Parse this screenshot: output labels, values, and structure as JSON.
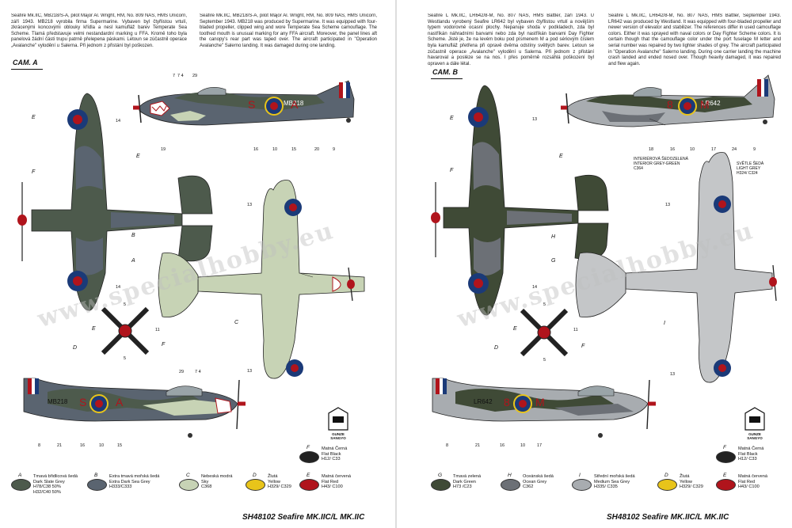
{
  "left": {
    "paragraph_cz": "Seafire Mk.IIC, MB218/S-A, pilot Major Al. Wright, RM, No. 809 NAS, HMS Unicorn, září 1943. MB218 vyrobila firma Supermarine. Vybaven byl čtyřlistou vrtulí, zkrácenými koncovými oblouky křídla a nesl kamufláž barev Temperate Sea Scheme. Tlamá představuje velmi nestandardní marking u FFA. Kromě toho byla panelová žádní části trupu patrně přelepena páskami. Letoun se zúčastnil operace „Avalanche\" vylodění u Salerna. Při jednom z přistání byl poškozen.",
    "paragraph_en": "Seafire Mk.IIC, MB218/S-A, pilot Major Al. Wright, RM, No. 809 NAS, HMS Unicorn, September 1943. MB218 was produced by Supermarine. It was equipped with four-bladed propeller, clipped wing and wore Temperate Sea Scheme camouflage. The toothed mouth is unusual marking for any FFA aircraft. Moreover, the panel lines aft the canopy's rear part was taped over. The aircraft participated in \"Operation Avalanche\" Salerno landing. It was damaged during one landing.",
    "cam_label": "CAM. A",
    "top_side_numbers": [
      "7",
      "7 4",
      "29"
    ],
    "side_bottom_numbers": [
      "19",
      "16",
      "10",
      "15",
      "20",
      "9"
    ],
    "plan_letters": [
      "E",
      "E",
      "F",
      "B",
      "A",
      "C"
    ],
    "plan_numbers": [
      "14",
      "13",
      "14",
      "13"
    ],
    "prop_letters": [
      "E",
      "D",
      "F"
    ],
    "prop_numbers": [
      "5",
      "11",
      "5"
    ],
    "bottom_side_top_numbers": [
      "29",
      "7 4"
    ],
    "bottom_side_bottom_numbers": [
      "8",
      "21",
      "16",
      "10",
      "15"
    ],
    "side_code_top": "MB218",
    "side_code_bottom": "MB218",
    "side_letters": [
      "S",
      "A"
    ],
    "watermark": "www.specialhobby.eu",
    "colors": [
      {
        "key": "A",
        "lines": [
          "Tmavá břidlicová šedá",
          "Dark Slate Grey",
          "H78/C38 50%",
          "H32/C40 50%"
        ],
        "hex": "#4d5a4c"
      },
      {
        "key": "B",
        "lines": [
          "Extra tmavá mořská šedá",
          "Extra Dark Sea Grey",
          "H333/C333"
        ],
        "hex": "#5a6470"
      },
      {
        "key": "C",
        "lines": [
          "Nebeská modrá",
          "Sky",
          "C368"
        ],
        "hex": "#c7d3b5"
      },
      {
        "key": "D",
        "lines": [
          "Žlutá",
          "Yellow",
          "H329/ C329"
        ],
        "hex": "#e8c41a"
      },
      {
        "key": "E",
        "lines": [
          "Matná červená",
          "Flat Red",
          "H43/ C100"
        ],
        "hex": "#b0141c"
      }
    ],
    "black": {
      "key": "F",
      "lines": [
        "Matná Černá",
        "Flat Black",
        "H12/ C33"
      ],
      "hex": "#222222"
    },
    "logo": "GUNZE SANGYO",
    "footer": "SH48102 Seafire MK.IIC/L MK.IIC"
  },
  "right": {
    "paragraph_cz": "Seafire L Mk.IIC, LR642/8-M, No. 807 NAS, HMS Battler, září 1943. U Westlandu vyrobený Seafire LR642 byl vybaven čtyřlistou vrtulí a novějším typem vodorovné ocasní plochy. Nepanuje shoda v podkladech, zda byl nastříkán náhradními barvami nebo zda byl nastříkán barvami Day Fighter Scheme. Jisté je, že na levém boku pod písmenem M a pod sériovým číslem byla kamufláž přetřena při opravě dvěma odstíny světlých barev. Letoun se zúčastnil operace „Avalanche\" vylodění u Salerna. Při jednom z přistání havaroval a posléze se na nos. I přes poměrně rozsáhlá poškození byl opraven a dále létal.",
    "paragraph_en": "Seafire L Mk.IIC, LR642/8-M, No. 807 NAS, HMS Battler, September 1943. LR642 was produced by Westland. It was equipped with four-bladed propeller and newer version of elevator and stabilizer. The references differ in used camouflage colors. Either it was sprayed with naval colors or Day Fighter Scheme colors. It is certain though that the camouflage color under the port fuselage M letter and serial number was repaired by two lighter shades of grey. The aircraft participated in \"Operation Avalanche\" Salerno landing. During one carrier landing the machine crash landed and ended nosed over. Though heavily damaged, it was repaired and flew again.",
    "cam_label": "CAM. B",
    "side_bottom_numbers": [
      "18",
      "16",
      "10",
      "17",
      "24",
      "9"
    ],
    "interior_note": [
      "INTERIÉROVÁ ŠEDOZELENÁ",
      "INTERIOR GREY-GREEN",
      "C364"
    ],
    "light_grey_note": [
      "SVĚTLE ŠEDÁ",
      "LIGHT GREY",
      "H324/ C324"
    ],
    "plan_letters": [
      "E",
      "E",
      "F",
      "H",
      "G",
      "I"
    ],
    "plan_numbers": [
      "13",
      "13",
      "14",
      "13"
    ],
    "prop_letters": [
      "E",
      "D",
      "F"
    ],
    "prop_numbers": [
      "5",
      "11",
      "5"
    ],
    "bottom_side_bottom_numbers": [
      "8",
      "21",
      "16",
      "10",
      "17"
    ],
    "side_code_top": "LR642",
    "side_code_bottom": "LR642",
    "side_letters": [
      "8",
      "M"
    ],
    "watermark": "www.specialhobby.eu",
    "colors": [
      {
        "key": "G",
        "lines": [
          "Tmavá zelená",
          "Dark Green",
          "H73 /C23"
        ],
        "hex": "#3f4a36"
      },
      {
        "key": "H",
        "lines": [
          "Oceánská šedá",
          "Ocean Grey",
          "C362"
        ],
        "hex": "#6c7076"
      },
      {
        "key": "I",
        "lines": [
          "Střední mořská šedá",
          "Medium Sea Grey",
          "H335/ C335"
        ],
        "hex": "#a8acb0"
      },
      {
        "key": "D",
        "lines": [
          "Žlutá",
          "Yellow",
          "H329/ C329"
        ],
        "hex": "#e8c41a"
      },
      {
        "key": "E",
        "lines": [
          "Matná červená",
          "Flat Red",
          "H43/ C100"
        ],
        "hex": "#b0141c"
      }
    ],
    "black": {
      "key": "F",
      "lines": [
        "Matná Černá",
        "Flat Black",
        "H12/ C33"
      ],
      "hex": "#222222"
    },
    "logo": "GUNZE SANGYO",
    "footer": "SH48102 Seafire MK.IIC/L MK.IIC"
  }
}
